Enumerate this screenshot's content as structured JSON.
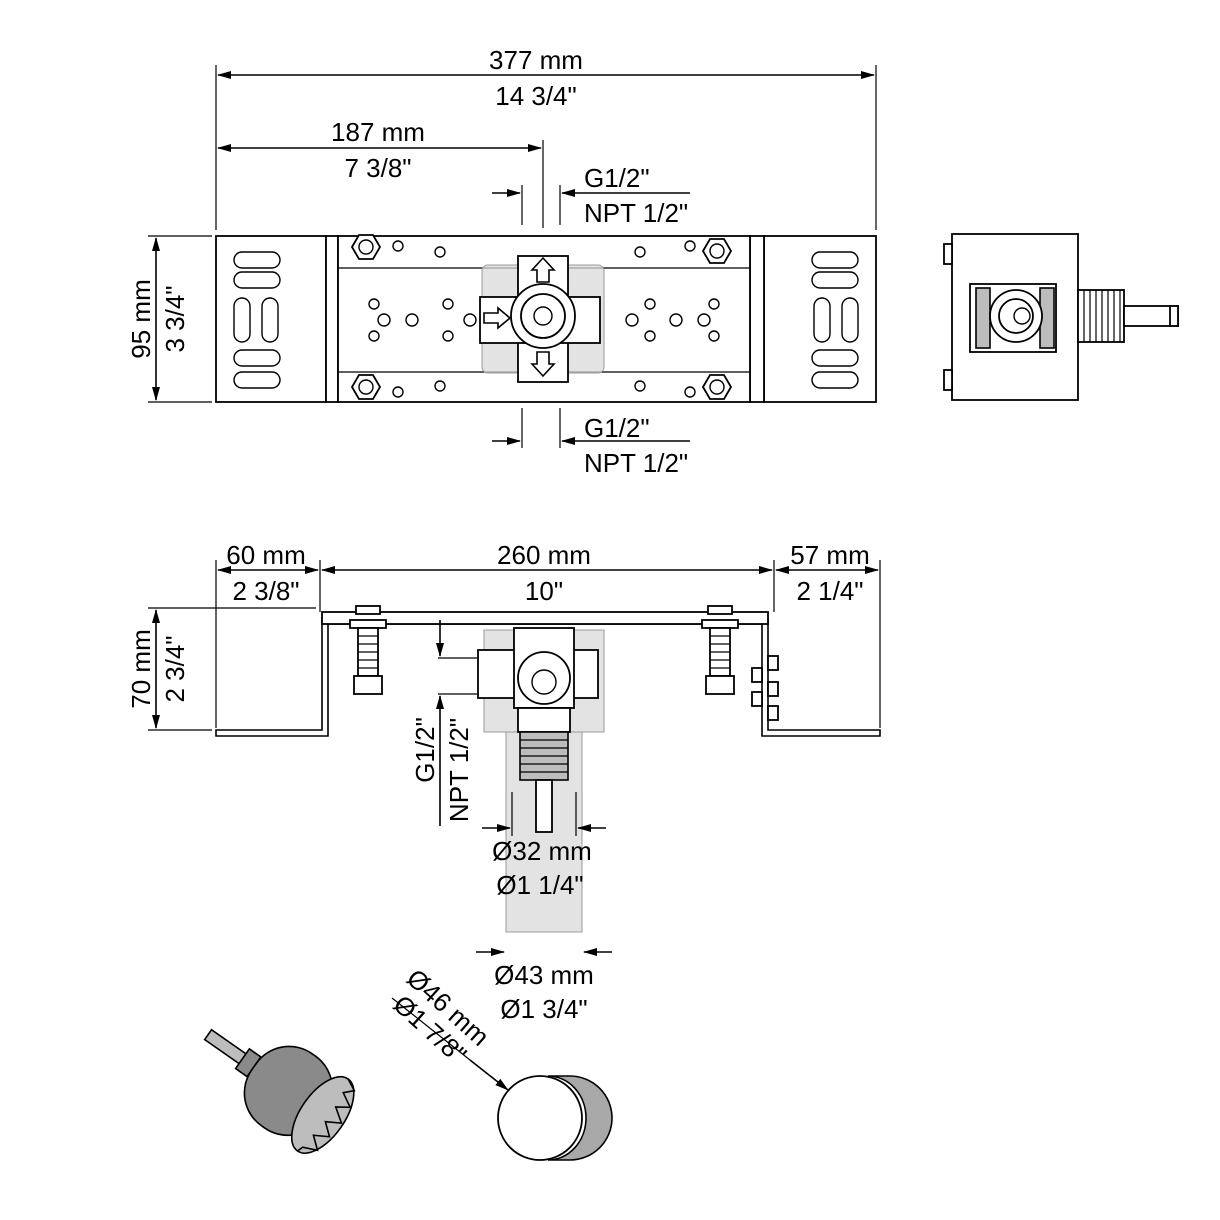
{
  "top_view": {
    "overall_mm": "377 mm",
    "overall_in": "14 3/4\"",
    "center_mm": "187 mm",
    "center_in": "7 3/8\"",
    "height_mm": "95 mm",
    "height_in": "3 3/4\"",
    "thread_top_g": "G1/2\"",
    "thread_top_npt": "NPT 1/2\"",
    "thread_bottom_g": "G1/2\"",
    "thread_bottom_npt": "NPT 1/2\""
  },
  "front_view": {
    "left_mm": "60 mm",
    "left_in": "2 3/8\"",
    "middle_mm": "260 mm",
    "middle_in": "10\"",
    "right_mm": "57 mm",
    "right_in": "2 1/4\"",
    "depth_mm": "70 mm",
    "depth_in": "2 3/4\"",
    "outlet_g": "G1/2\"",
    "outlet_npt": "NPT 1/2\"",
    "pipe_mm": "Ø32 mm",
    "pipe_in": "Ø1 1/4\"",
    "sleeve_mm": "Ø43 mm",
    "sleeve_in": "Ø1 3/4\""
  },
  "drill": {
    "hole_mm": "Ø46 mm",
    "hole_in": "Ø1 7/8\""
  }
}
